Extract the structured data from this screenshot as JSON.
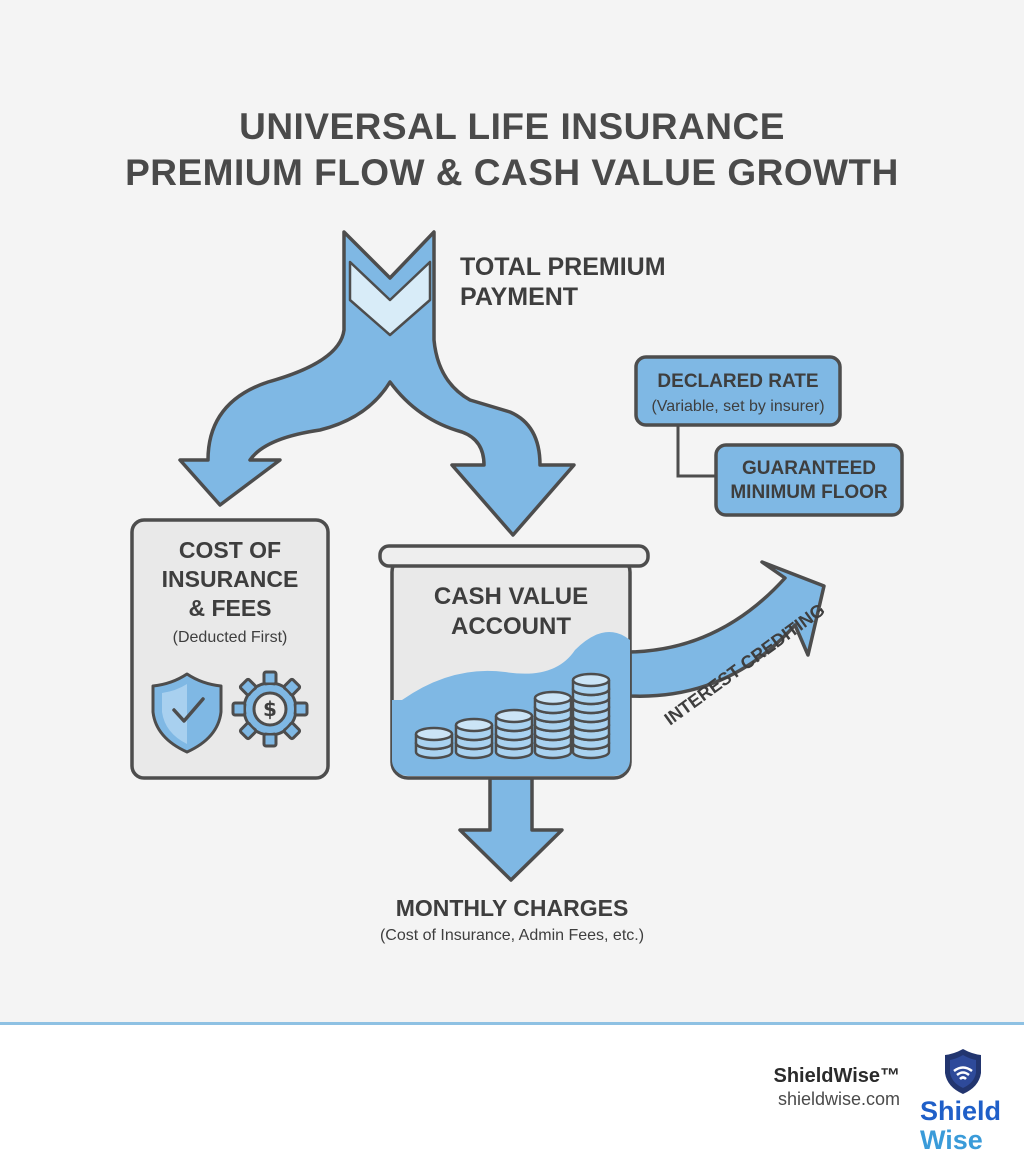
{
  "title": {
    "line1": "UNIVERSAL LIFE INSURANCE",
    "line2": "PREMIUM FLOW & CASH VALUE GROWTH"
  },
  "nodes": {
    "premium": {
      "line1": "TOTAL PREMIUM",
      "line2": "PAYMENT"
    },
    "cost_box": {
      "line1": "COST OF",
      "line2": "INSURANCE",
      "line3": "& FEES",
      "note": "(Deducted First)"
    },
    "cash_box": {
      "line1": "CASH VALUE",
      "line2": "ACCOUNT"
    },
    "declared": {
      "line1": "DECLARED RATE",
      "line2": "(Variable, set by insurer)"
    },
    "floor": {
      "line1": "GUARANTEED",
      "line2": "MINIMUM FLOOR"
    },
    "interest": {
      "label": "INTEREST CREDITING"
    },
    "monthly": {
      "line1": "MONTHLY CHARGES",
      "line2": "(Cost of Insurance, Admin Fees, etc.)"
    }
  },
  "icons": [
    "shield-check-icon",
    "gear-dollar-icon",
    "coin-stacks-icon"
  ],
  "colors": {
    "flow_blue": "#7fb8e4",
    "outline": "#4d4d4d",
    "panel": "#e9e9e9",
    "accent": "#1f5fc8"
  },
  "footer": {
    "brand": "ShieldWise™",
    "url": "shieldwise.com",
    "logo_text_line1": "Shield",
    "logo_text_line2": "Wise"
  }
}
